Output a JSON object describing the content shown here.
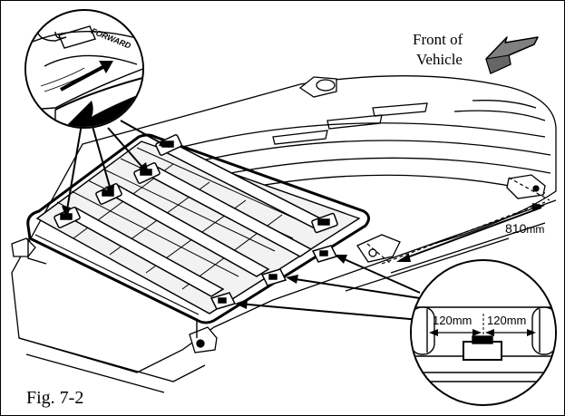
{
  "labels": {
    "front_line1": "Front of",
    "front_line2": "Vehicle",
    "forward": "FORWARD",
    "dim_810_value": "810",
    "dim_810_unit": "mm",
    "dim_120_left_value": "120",
    "dim_120_left_unit": "mm",
    "dim_120_right_value": "120",
    "dim_120_right_unit": "mm",
    "figure": "Fig. 7-2"
  },
  "icons": {
    "direction_arrow": "front-direction-arrow-icon"
  },
  "colors": {
    "arrow_fill": "#808080",
    "ink": "#000000",
    "rack_fill": "#f2f2f2"
  }
}
